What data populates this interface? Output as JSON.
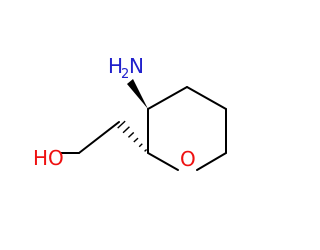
{
  "molecule": {
    "atoms": {
      "amine": {
        "main": "H",
        "sub": "2",
        "tail": "N",
        "color": "#2121cc"
      },
      "ring_oxygen": {
        "label": "O",
        "color": "#ee1111"
      },
      "hydroxyl": {
        "label": "HO",
        "color": "#ee1111"
      }
    },
    "bond_color": "#000000",
    "background": "#ffffff"
  }
}
